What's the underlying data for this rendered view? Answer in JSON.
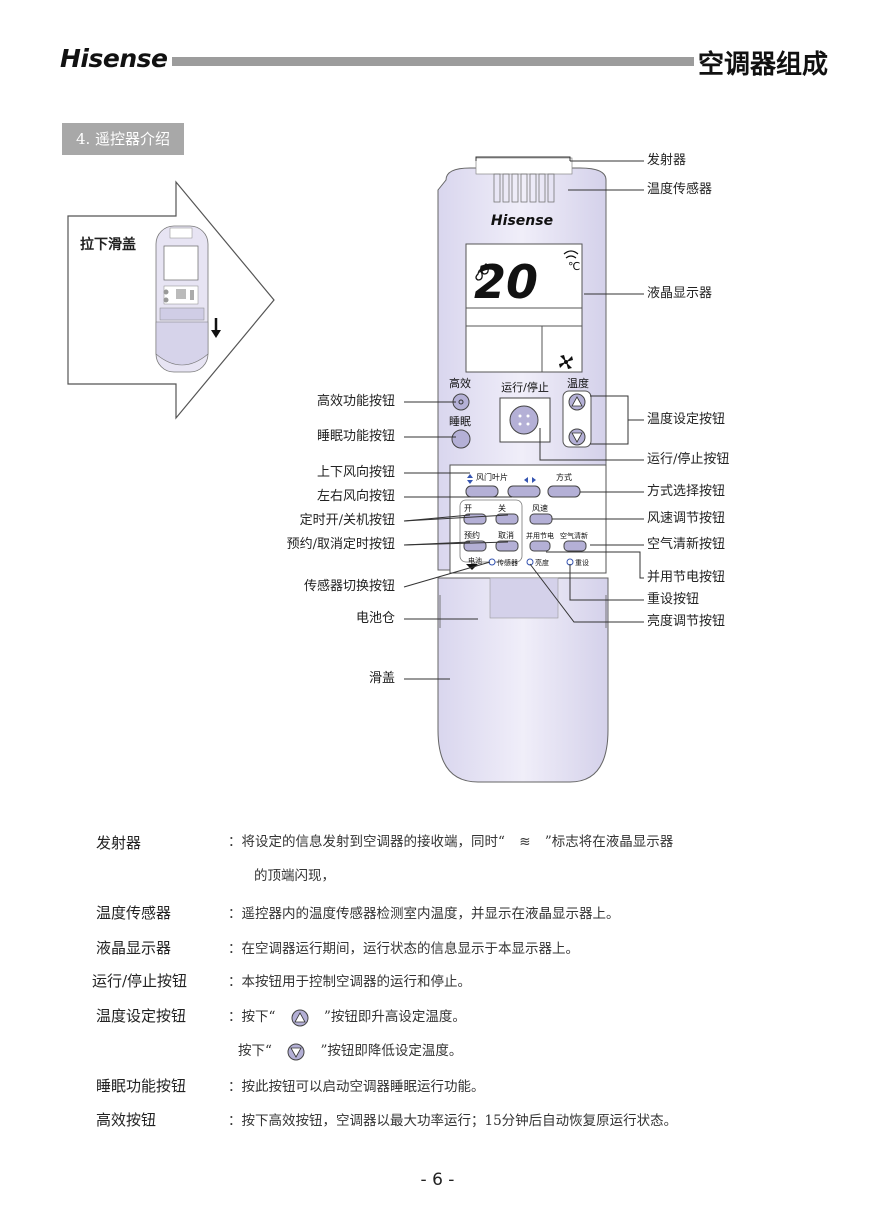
{
  "header": {
    "brand": "Hisense",
    "page_title": "空调器组成"
  },
  "section_title": "4. 遥控器介绍",
  "inset": {
    "label": "拉下滑盖"
  },
  "remote": {
    "brand": "Hisense",
    "temperature": "20",
    "unit": "℃",
    "buttons": {
      "high": "高效",
      "sleep": "睡眠",
      "run": "运行/停止",
      "temp": "温度",
      "vane": "风门叶片",
      "mode": "方式",
      "on": "开",
      "off": "关",
      "fan": "风速",
      "set": "预约",
      "cancel": "取消",
      "powersave": "并用节电",
      "clean": "空气清新",
      "battery": "电池",
      "sensor": "传感器",
      "bright": "亮度",
      "reset": "重设"
    }
  },
  "callouts": {
    "left": [
      "高效功能按钮",
      "睡眠功能按钮",
      "上下风向按钮",
      "左右风向按钮",
      "定时开/关机按钮",
      "预约/取消定时按钮",
      "传感器切换按钮",
      "电池仓",
      "滑盖"
    ],
    "right": [
      "发射器",
      "温度传感器",
      "液晶显示器",
      "温度设定按钮",
      "运行/停止按钮",
      "方式选择按钮",
      "风速调节按钮",
      "空气清新按钮",
      "并用节电按钮",
      "重设按钮",
      "亮度调节按钮"
    ]
  },
  "descriptions": [
    {
      "name": "发射器",
      "desc": "：将设定的信息发射到空调器的接收端，同时“",
      "desc_after": "”标志将在液晶显示器",
      "desc_cont": "的顶端闪现，"
    },
    {
      "name": "温度传感器",
      "desc": "：遥控器内的温度传感器检测室内温度，并显示在液晶显示器上。"
    },
    {
      "name": "液晶显示器",
      "desc": "：在空调器运行期间，运行状态的信息显示于本显示器上。"
    },
    {
      "name": "运行/停止按钮",
      "desc": "：本按钮用于控制空调器的运行和停止。"
    },
    {
      "name": "温度设定按钮",
      "desc": "：按下“",
      "desc_after": "”按钮即升高设定温度。",
      "desc_cont": "按下“",
      "desc_cont_after": "”按钮即降低设定温度。"
    },
    {
      "name": "睡眠功能按钮",
      "desc": "：按此按钮可以启动空调器睡眠运行功能。"
    },
    {
      "name": "高效按钮",
      "desc": "：按下高效按钮，空调器以最大功率运行；15分钟后自动恢复原运行状态。"
    }
  ],
  "page_number": "- 6 -"
}
